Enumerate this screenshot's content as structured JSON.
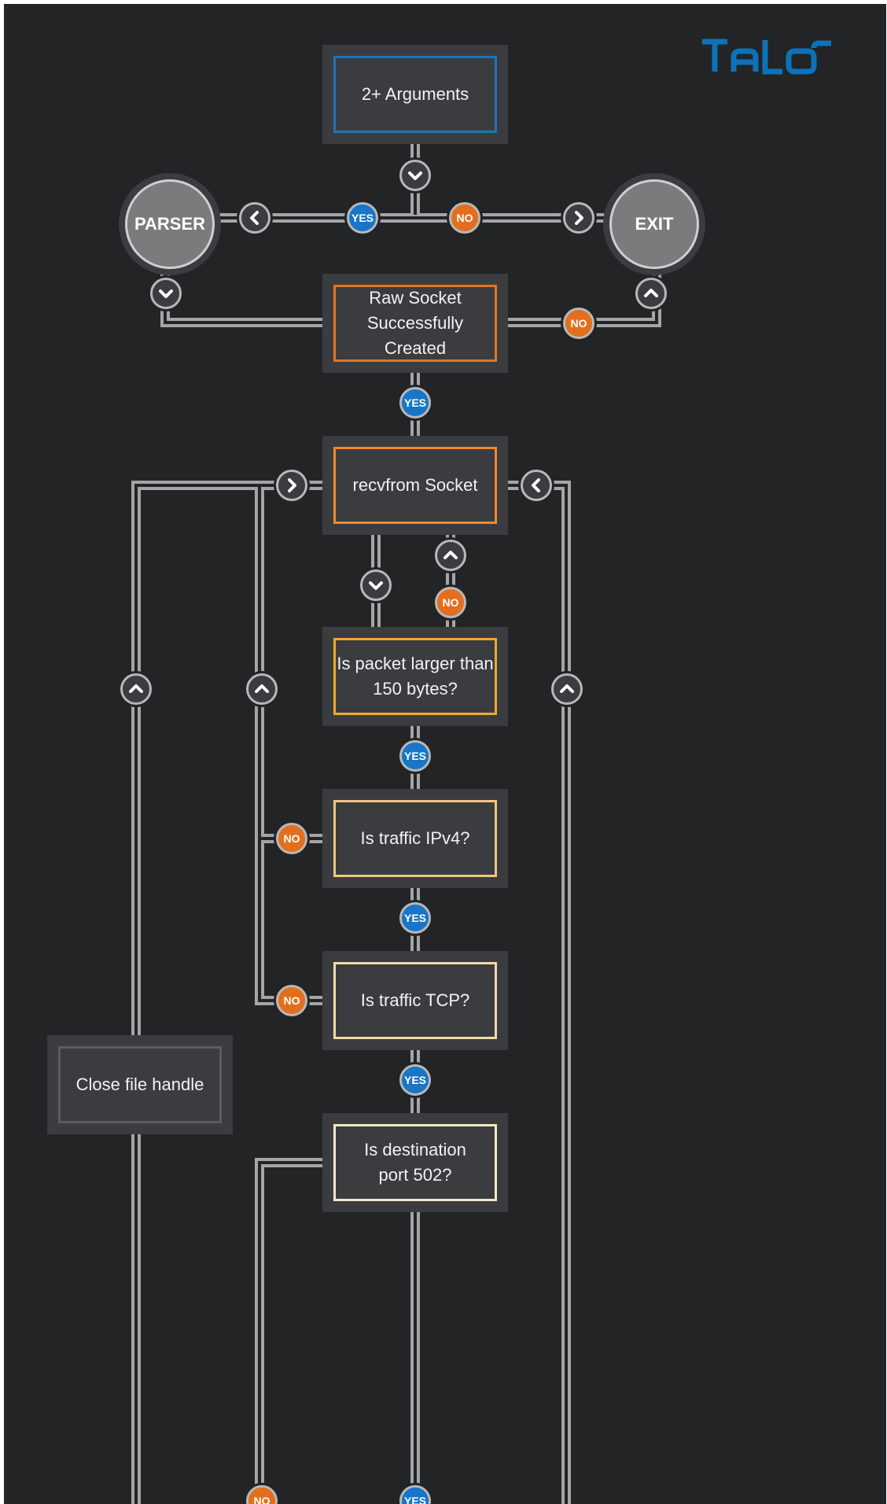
{
  "brand": {
    "logo_text": "TaLOS",
    "color": "#0d72b8"
  },
  "colors": {
    "background": "#222426",
    "box_fill": "#3b3c40",
    "wire": "#a5a5a8",
    "yes": "#1875c7",
    "no": "#e36f1e",
    "blue_border": "#1e73b8",
    "orange_border": "#e3761e",
    "amber_border": "#f0a830",
    "cream_border": "#f3d9a6",
    "gray_border": "#5c5d62"
  },
  "hubs": {
    "parser": "PARSER",
    "exit": "EXIT"
  },
  "boxes": {
    "args": "2+ Arguments",
    "raw_socket": "Raw Socket\nSuccessfully\nCreated",
    "recvfrom": "recvfrom Socket",
    "packet_size": "Is packet larger than\n150 bytes?",
    "ipv4": "Is traffic IPv4?",
    "tcp": "Is traffic TCP?",
    "close_file": "Close file handle",
    "dest_port": "Is destination\nport 502?"
  },
  "labels": {
    "yes": "YES",
    "no": "NO"
  },
  "icons": {
    "up": "chevron-up-icon",
    "down": "chevron-down-icon",
    "left": "chevron-left-icon",
    "right": "chevron-right-icon"
  }
}
